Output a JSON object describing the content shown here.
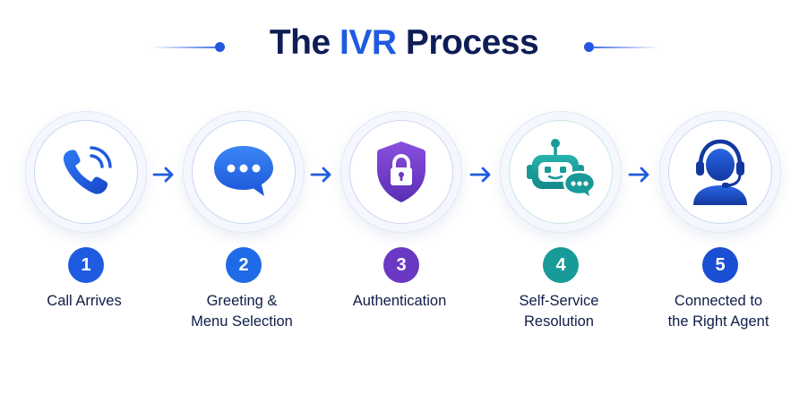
{
  "title": {
    "prefix": "The ",
    "accent": "IVR",
    "suffix": " Process"
  },
  "steps": [
    {
      "number": "1",
      "label": "Call Arrives",
      "icon": "phone-icon",
      "color": "#1f5be0"
    },
    {
      "number": "2",
      "label": "Greeting &\nMenu Selection",
      "icon": "chat-bubble-icon",
      "color": "#1f6ae6"
    },
    {
      "number": "3",
      "label": "Authentication",
      "icon": "shield-lock-icon",
      "color": "#6a38c2"
    },
    {
      "number": "4",
      "label": "Self-Service\nResolution",
      "icon": "robot-chat-icon",
      "color": "#189a98"
    },
    {
      "number": "5",
      "label": "Connected to\nthe Right Agent",
      "icon": "agent-headset-icon",
      "color": "#1a4fd3"
    }
  ],
  "arrow_color": "#1f5be0"
}
